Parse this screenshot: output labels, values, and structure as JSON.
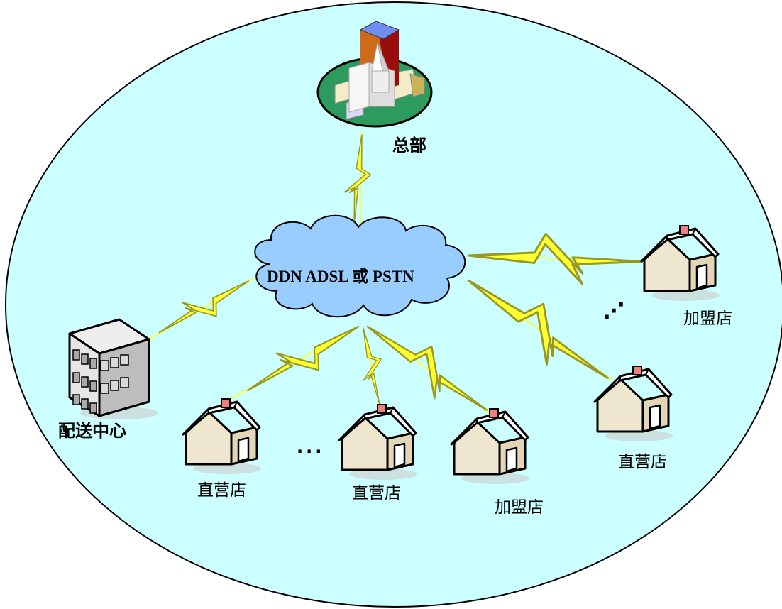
{
  "diagram": {
    "network_label": "DDN ADSL 或 PSTN",
    "nodes": {
      "headquarters": "总部",
      "distribution_center": "配送中心",
      "direct_store_1": "直营店",
      "direct_store_2": "直营店",
      "direct_store_3": "直营店",
      "franchise_store_1": "加盟店",
      "franchise_store_2": "加盟店"
    },
    "ellipsis_bottom": "···",
    "ellipsis_right": "⋰"
  },
  "colors": {
    "background_ellipse": "#ccffff",
    "cloud": "#99ccff",
    "lightning": "#ffff33",
    "house_wall": "#efe6cf",
    "house_roof": "#ffffff",
    "chimney": "#f08080",
    "campus_ground": "#2e9b5e"
  }
}
